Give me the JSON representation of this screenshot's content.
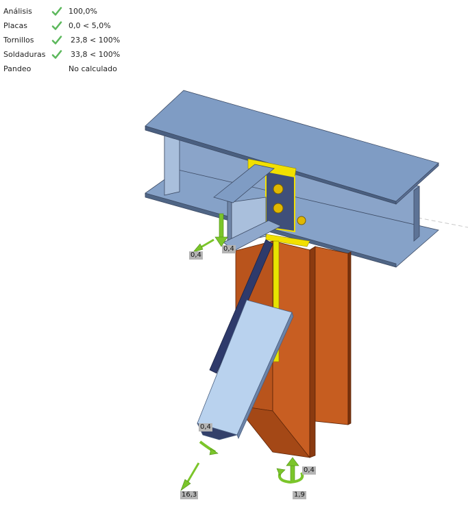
{
  "summary": {
    "rows": [
      {
        "label": "Análisis",
        "status": "ok",
        "value": "100,0%"
      },
      {
        "label": "Placas",
        "status": "ok",
        "value": "0,0 < 5,0%"
      },
      {
        "label": "Tornillos",
        "status": "ok",
        "value": "23,8 < 100%"
      },
      {
        "label": "Soldaduras",
        "status": "ok",
        "value": "33,8 < 100%"
      },
      {
        "label": "Pandeo",
        "status": "none",
        "value": "No calculado"
      }
    ]
  },
  "load_labels": {
    "beam_fx": "0,4",
    "beam_fz": "0,4",
    "brace_m": "0,4",
    "brace_n": "16,3",
    "column_fz": "0,4",
    "column_m": "1,9"
  },
  "colors": {
    "beam": "#7f9cc4",
    "column": "#c45a1e",
    "brace": "#b9d2ee",
    "gusset": "#2e3a6b",
    "weld": "#f2e000",
    "load_arrow": "#7bc52a",
    "check": "#5cb85c"
  }
}
